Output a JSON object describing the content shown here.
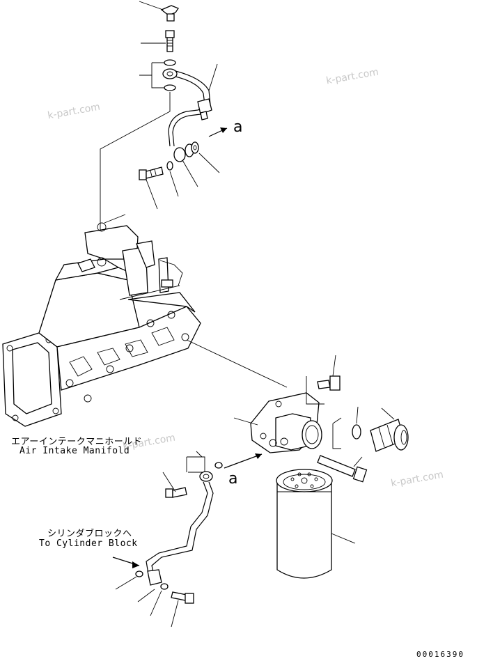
{
  "labels": {
    "manifold_jp": "エアーインテークマニホールド",
    "manifold_en": "Air Intake Manifold",
    "cylinder_jp": "シリンダブロックへ",
    "cylinder_en": "To Cylinder Block",
    "marker_a_top": "a",
    "marker_a_bottom": "a"
  },
  "watermarks": [
    "k-part.com",
    "k-part.com",
    "k-part.com",
    "k-part.com"
  ],
  "figure_code": "00016390"
}
